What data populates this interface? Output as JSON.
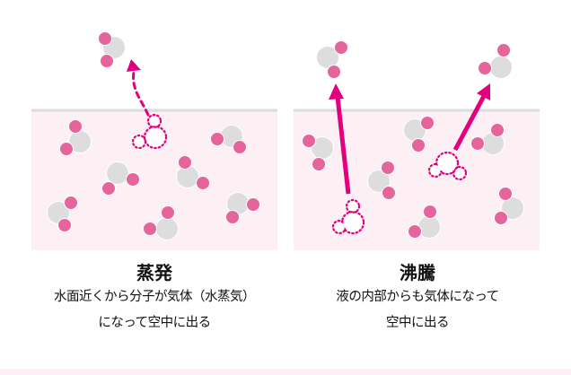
{
  "colors": {
    "liquid": "#fcf0f5",
    "surface": "#dcdcdc",
    "oxygen": "#dcdddc",
    "hydrogen": "#e6649c",
    "arrow": "#e3007f"
  },
  "evaporation": {
    "title": "蒸発",
    "line1": "水面近くから分子が気体（水蒸気）",
    "line2": "になって空中に出る"
  },
  "boiling": {
    "title": "沸騰",
    "line1": "液の内部からも気体になって",
    "line2": "空中に出る"
  }
}
